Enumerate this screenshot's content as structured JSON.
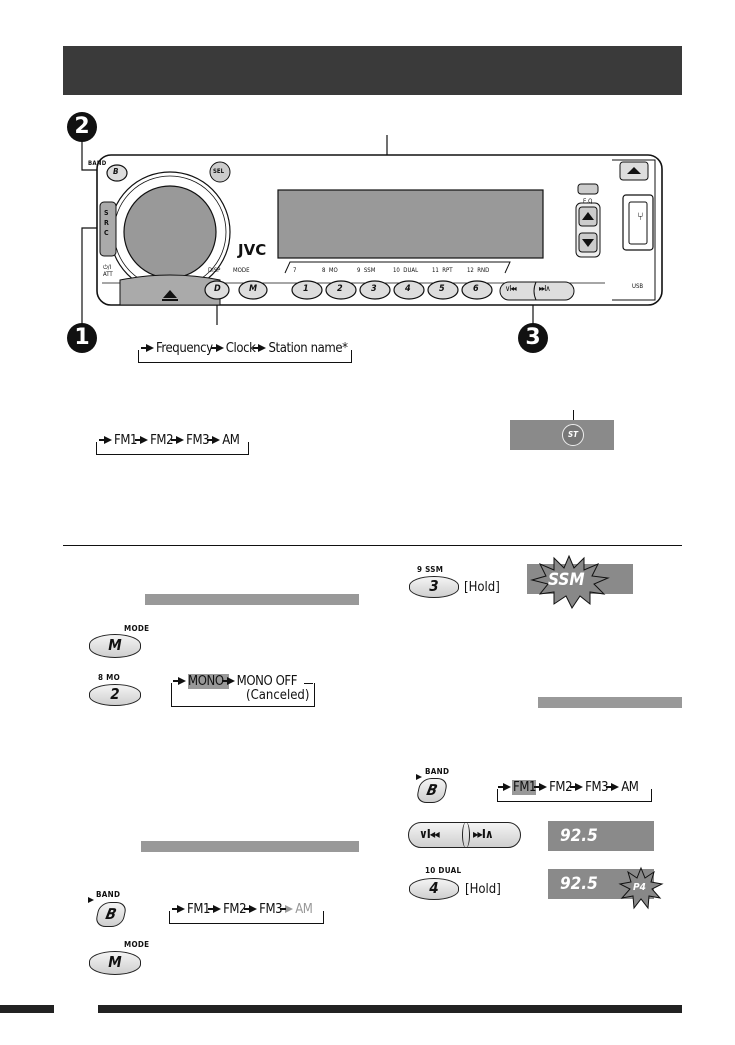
{
  "diagram": {
    "num1": "1",
    "num2": "2",
    "num3": "3",
    "band_label": "BAND",
    "band_key": "B",
    "src_label": "S\nR\nC",
    "att_label": "ATT",
    "att_power": "⏻/I",
    "brand": "JVC",
    "disp_label": "DISP",
    "mode_label": "MODE",
    "disp_key": "D",
    "mode_key": "M",
    "preset_labels": [
      "7",
      "8  MO",
      "9  SSM",
      "10  DUAL",
      "11  RPT",
      "12  RND"
    ],
    "preset_keys": [
      "1",
      "2",
      "3",
      "4",
      "5",
      "6"
    ],
    "eq_label": "E.Q",
    "usb_label": "USB",
    "sel_key": "SEL"
  },
  "flows": {
    "disp_cycle": [
      "Frequency",
      "Clock",
      "Station name*"
    ],
    "band_cycle": [
      "FM1",
      "FM2",
      "FM3",
      "AM"
    ],
    "mono_cycle": [
      "MONO",
      "MONO OFF",
      "(Canceled)"
    ],
    "band_cycle_fm1": [
      "FM1",
      "FM2",
      "FM3",
      "AM"
    ],
    "band_cycle_am": [
      "FM1",
      "FM2",
      "FM3",
      "AM"
    ]
  },
  "indicators": {
    "st": "ST",
    "ssm": "SSM",
    "freq1": "92.5",
    "freq2": "92.5",
    "p4": "P4"
  },
  "steps": {
    "mode_label": "MODE",
    "mode_key": "M",
    "mo_label": "8   MO",
    "mo_key": "2",
    "band_label": "BAND",
    "band_key": "B",
    "mode2_label": "MODE",
    "mode2_key": "M",
    "ssm_label": "9   SSM",
    "ssm_key": "3",
    "hold1": "[Hold]",
    "band3_label": "BAND",
    "band3_key": "B",
    "dual_label": "10  DUAL",
    "dual_key": "4",
    "hold2": "[Hold]"
  }
}
